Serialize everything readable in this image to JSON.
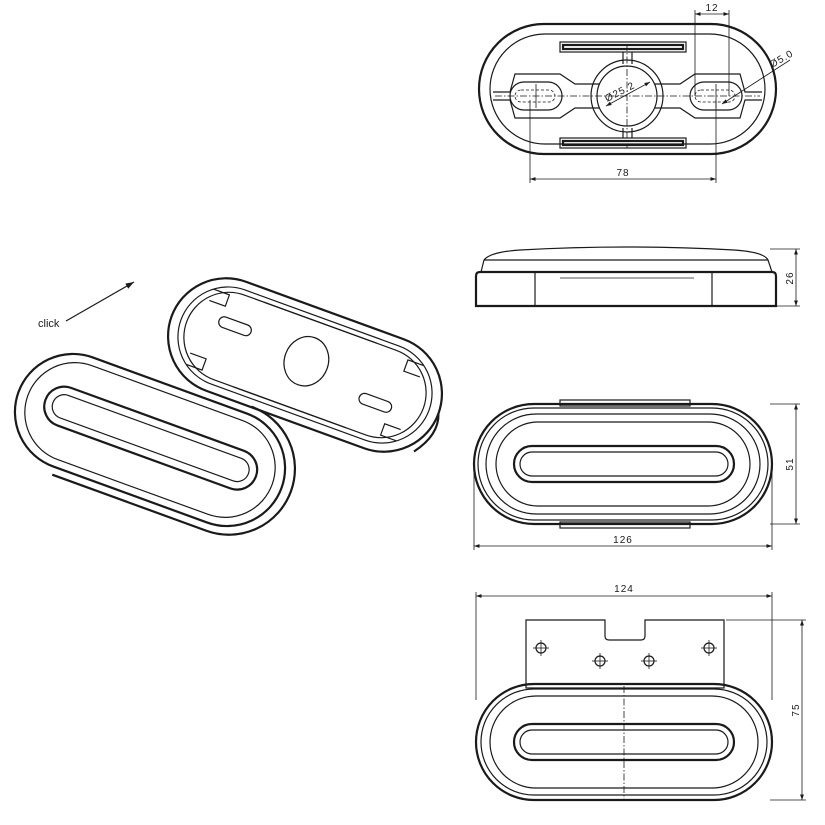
{
  "drawing": {
    "click_label": "click",
    "dims": {
      "slot_width": "12",
      "hole_small": "Ø5.0",
      "hole_large": "Ø25.2",
      "hole_spacing": "78",
      "height_side": "26",
      "height_front": "51",
      "width_front": "126",
      "width_bracket": "124",
      "height_bracket": "75"
    }
  }
}
